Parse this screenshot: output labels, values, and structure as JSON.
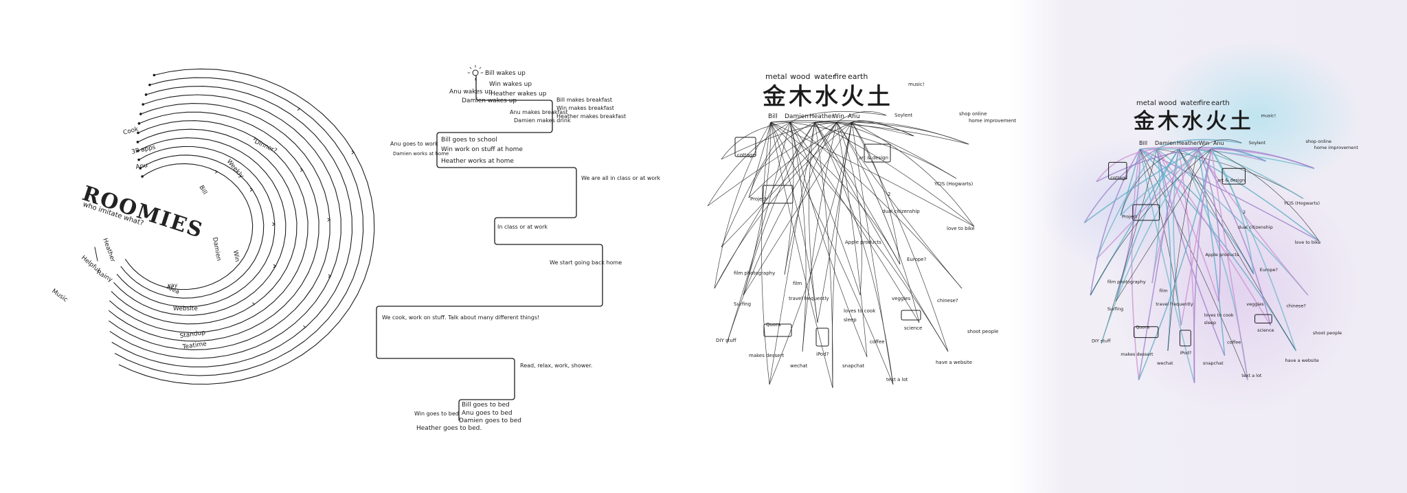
{
  "panel1": {
    "title": "ROOMIES",
    "subtitle": "who imitate what?",
    "labels": [
      "Cook",
      "3P apps",
      "Anu",
      "Bill",
      "Damien",
      "Win",
      "Heather",
      "Music",
      "Dinner?",
      "Weekly",
      "Helpful",
      "Rainy",
      "Idea",
      "Website",
      "Standup",
      "Teatime",
      "yay"
    ]
  },
  "panel2": {
    "timeline": [
      "Bill wakes up",
      "Win wakes up",
      "Heather wakes up",
      "Anu wakes up",
      "Damien wakes up",
      "Bill makes breakfast",
      "Win makes breakfast",
      "Heather makes breakfast",
      "Anu makes breakfast",
      "Damien makes drink",
      "Anu goes to work",
      "Damien works at home",
      "Bill goes to school",
      "Win work on stuff at home",
      "Heather works at home",
      "We are all in class or at work",
      "In class or at work",
      "We start going back home",
      "We cook, work on stuff. Talk about many different things!",
      "Read, relax, work, shower.",
      "Bill goes to bed",
      "Anu goes to bed",
      "Damien goes to bed",
      "Win goes to bed",
      "Heather goes to bed."
    ]
  },
  "panel3": {
    "elements_header": [
      "metal",
      "wood",
      "water",
      "fire",
      "earth"
    ],
    "hanzi": "金木水火土",
    "people": [
      "Bill",
      "Damien",
      "Heather",
      "Win",
      "Anu"
    ],
    "items": [
      "music!",
      "Soylent",
      "shop online",
      "home improvement",
      "cottage",
      "Project",
      "art & design",
      "YCIS (Hogwarts)",
      "dual citizenship",
      "2",
      "film photography",
      "Apple products",
      "love to bike",
      "Europe?",
      "Surfing",
      "Quora",
      "travel frequently",
      "film",
      "loves to cook",
      "veggies",
      "chinese?",
      "sleep",
      "science",
      "shoot people",
      "DIY stuff",
      "makes dessert",
      "wechat",
      "iPod?",
      "snapchat",
      "coffee",
      "have a website",
      "text a lot"
    ]
  },
  "panel4": {
    "note": "watercolor version of panel 3"
  }
}
